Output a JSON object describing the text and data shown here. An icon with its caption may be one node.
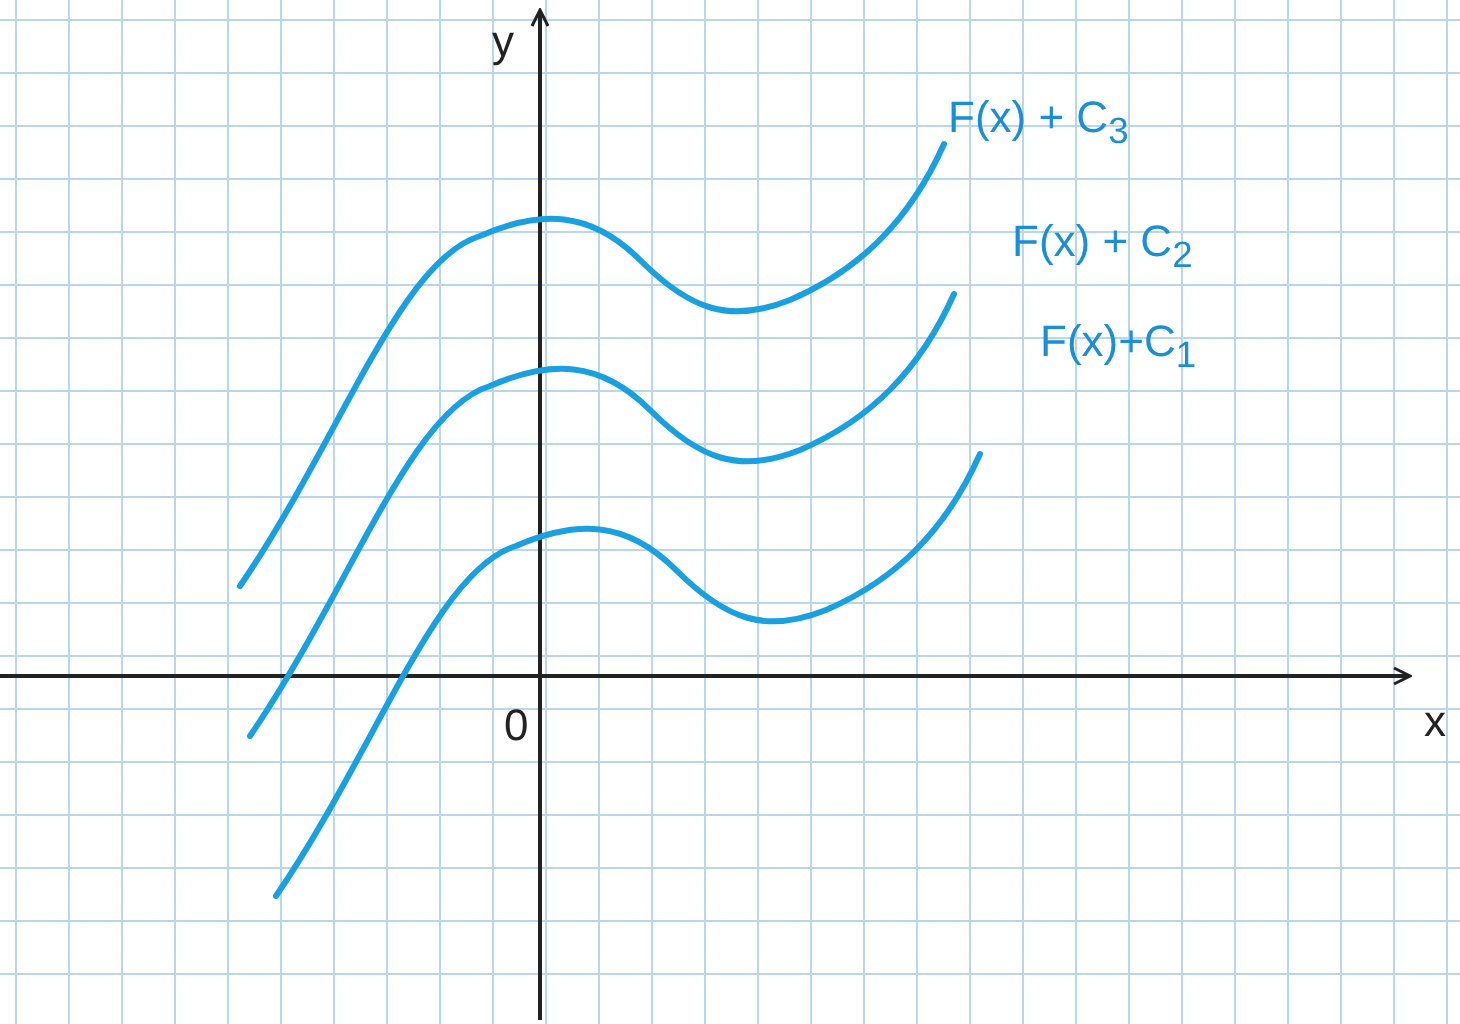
{
  "diagram": {
    "labels": [
      "y",
      "F(x) + C$_{3}$",
      "F(x) + C$_{2}$",
      "F(x)+C$_{1}$",
      "0",
      "x"
    ]
  }
}
